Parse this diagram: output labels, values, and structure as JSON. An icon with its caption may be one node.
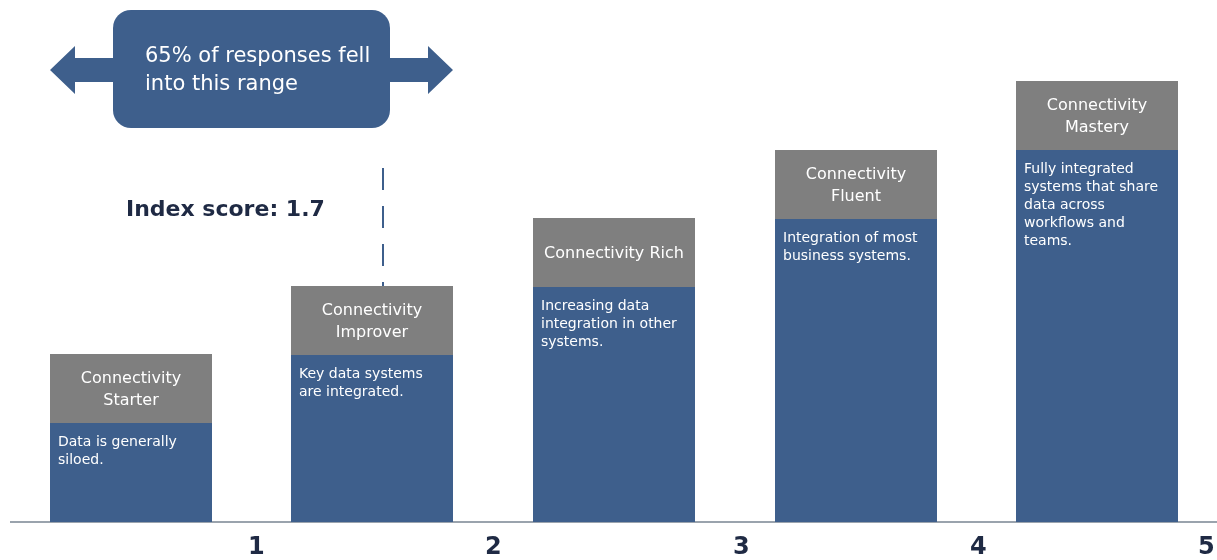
{
  "diagram": {
    "nodes": [
      {
        "text": [
          "65% of responses fell into this range"
        ]
      },
      {
        "text": [
          "Connectivity Starter",
          "Data is generally siloed."
        ]
      },
      {
        "text": [
          "Connectivity Improver",
          "Key data systems are integrated."
        ]
      },
      {
        "text": [
          "Connectivity Rich",
          "Increasing data integration in other systems."
        ]
      },
      {
        "text": [
          "Connectivity Fluent",
          "Integration of most business systems."
        ]
      },
      {
        "text": [
          "Connectivity Mastery",
          "Fully integrated systems that share data across workflows and teams."
        ]
      }
    ],
    "edges": [],
    "labels": [
      "Index score: 1.7",
      "1",
      "2",
      "3",
      "4",
      "5"
    ]
  }
}
